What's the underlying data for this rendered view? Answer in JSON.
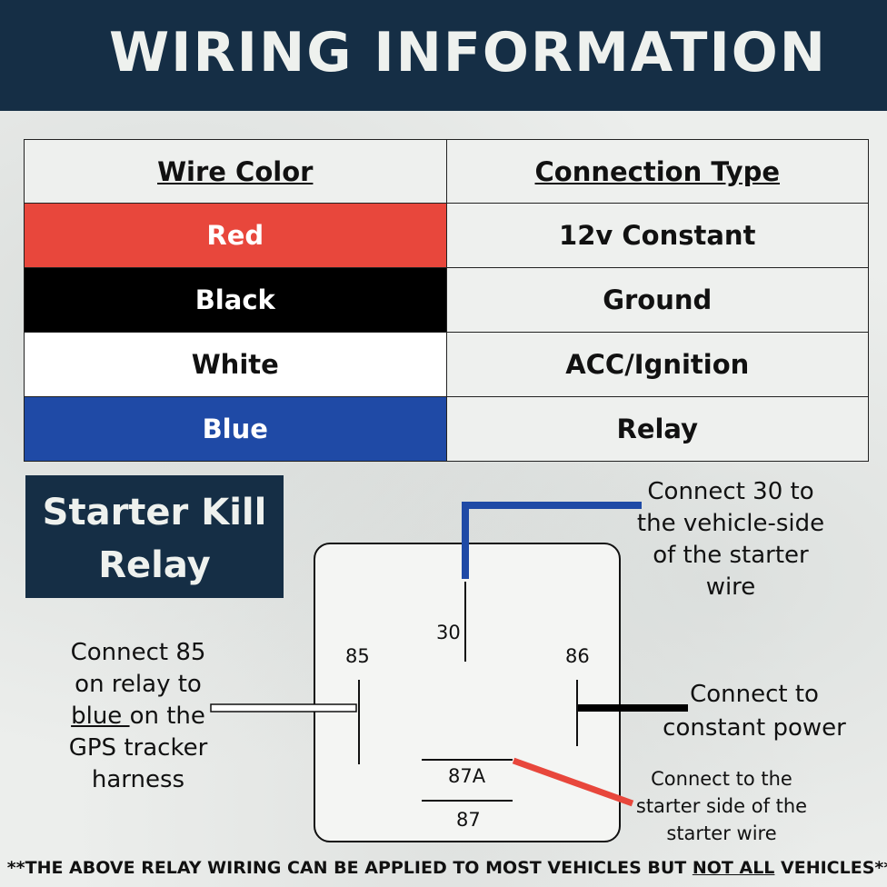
{
  "header": {
    "title": "WIRING INFORMATION"
  },
  "table": {
    "headers": [
      "Wire Color",
      "Connection Type"
    ],
    "rows": [
      {
        "color": "Red",
        "connection": "12v Constant",
        "swatch": "#e8473c"
      },
      {
        "color": "Black",
        "connection": "Ground",
        "swatch": "#000000"
      },
      {
        "color": "White",
        "connection": "ACC/Ignition",
        "swatch": "#ffffff"
      },
      {
        "color": "Blue",
        "connection": "Relay",
        "swatch": "#1f4aa6"
      }
    ]
  },
  "relay": {
    "title_line1": "Starter Kill",
    "title_line2": "Relay",
    "pins": {
      "p30": "30",
      "p85": "85",
      "p86": "86",
      "p87a": "87A",
      "p87": "87"
    },
    "notes": {
      "n30": [
        "Connect 30 to",
        "the vehicle-side",
        "of the starter",
        "wire"
      ],
      "n85_pre": [
        "Connect 85",
        "on relay to"
      ],
      "n85_blue": "blue ",
      "n85_after": "on the",
      "n85_post": [
        "GPS tracker",
        "harness"
      ],
      "n86": [
        "Connect to",
        "constant power"
      ],
      "n87a": [
        "Connect to the",
        "starter side of the",
        "starter wire"
      ]
    },
    "wire_colors": {
      "blue": "#1f4aa6",
      "black": "#000000",
      "red": "#e8473c",
      "white": "#ffffff"
    }
  },
  "footer": {
    "pre": "**THE ABOVE RELAY WIRING CAN BE APPLIED TO MOST VEHICLES BUT ",
    "emph": "NOT ALL",
    "post": " VEHICLES**"
  }
}
